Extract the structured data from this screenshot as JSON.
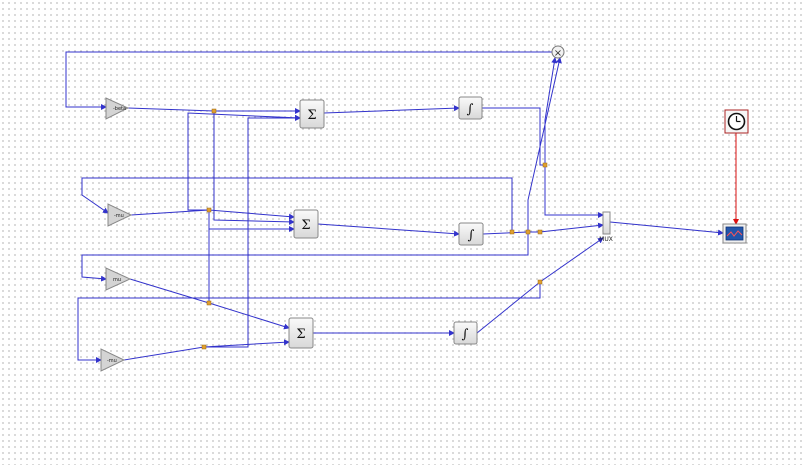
{
  "blocks": {
    "gain_beta": {
      "label": "-beta"
    },
    "gain_mu1": {
      "label": "-mu"
    },
    "gain_mu2": {
      "label": "mu"
    },
    "gain_mu3": {
      "label": "-mu"
    },
    "sum_top": {
      "symbol": "Σ"
    },
    "sum_mid": {
      "symbol": "Σ"
    },
    "sum_bot": {
      "symbol": "Σ"
    },
    "int_top": {
      "symbol": "∫"
    },
    "int_mid": {
      "symbol": "∫"
    },
    "int_bot": {
      "symbol": "∫"
    },
    "product": {
      "symbol": "×"
    },
    "mux": {
      "label": "MUX"
    },
    "clock": {
      "icon": "clock-icon"
    },
    "scope": {
      "icon": "scope-icon"
    }
  },
  "colors": {
    "link": "#3333cc",
    "event_link": "#dd1111",
    "split": "#e0a030",
    "block_border": "#888888"
  }
}
